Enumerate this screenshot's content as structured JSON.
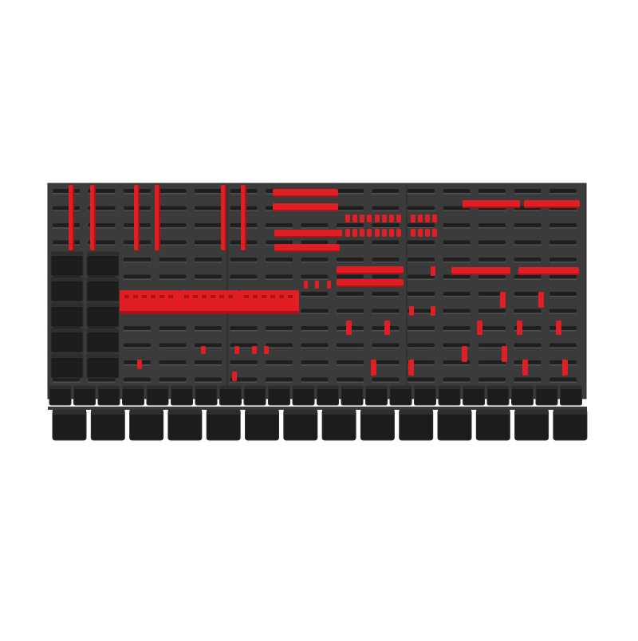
{
  "scene": {
    "subject": "pegboard-tool-wall",
    "colors": {
      "background": "#ffffff",
      "panel": "#3b3b3b",
      "panel_dark": "#2a2a2a",
      "slot": "#1f1f1f",
      "slot_highlight": "#505050",
      "accent_red": "#e01e24",
      "accent_red_dark": "#a8141a",
      "bin": "#1c1c1c",
      "bin_rim": "#2e2e2e"
    },
    "panels": 3,
    "vertical_rails": 6,
    "bin_stack_rows": 5,
    "bin_stack_columns": 2,
    "bottom_bin_row_small": 22,
    "bottom_bin_row_large": 14
  }
}
